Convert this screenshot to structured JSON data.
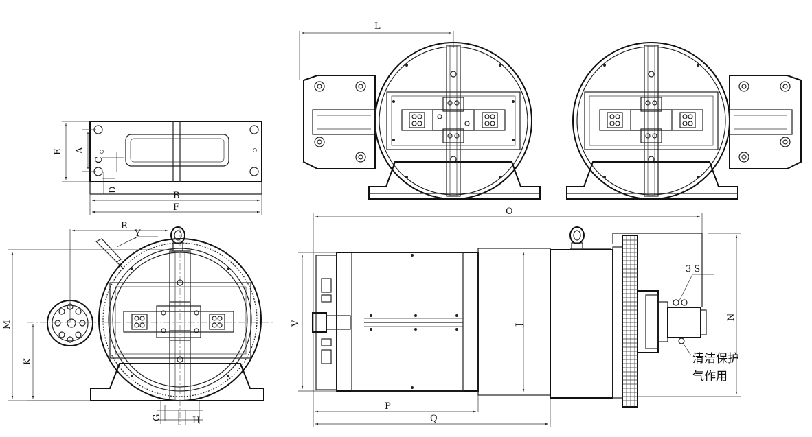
{
  "labels": {
    "L": "L",
    "E": "E",
    "A": "A",
    "C": "C",
    "D": "D",
    "B": "B",
    "F": "F",
    "R": "R",
    "Y": "Y",
    "M": "M",
    "K": "K",
    "G": "G",
    "H": "H",
    "O": "O",
    "S": "3 S",
    "V": "V",
    "J": "J",
    "N": "N",
    "P": "P",
    "Q": "Q"
  },
  "note": {
    "line1": "清洁保护",
    "line2": "气作用"
  },
  "colors": {
    "line": "#222222",
    "background": "#ffffff"
  }
}
